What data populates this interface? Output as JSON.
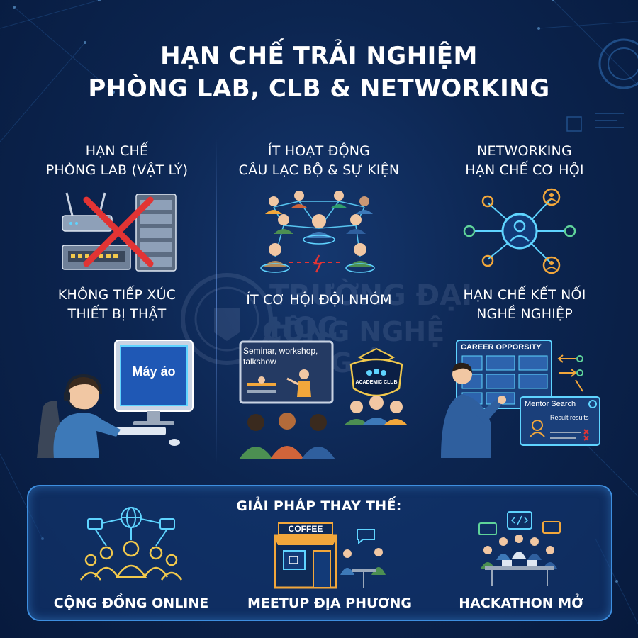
{
  "title": {
    "line1": "HẠN CHẾ TRẢI NGHIỆM",
    "line2": "PHÒNG LAB, CLB & NETWORKING"
  },
  "columns": [
    {
      "heading_top": [
        "HẠN CHẾ",
        "PHÒNG LAB (VẬT LÝ)"
      ],
      "heading_bottom": [
        "KHÔNG TIẾP XÚC",
        "THIẾT BỊ THẬT"
      ],
      "screen_text": "Máy ảo",
      "icons": [
        "router-icon",
        "server-rack-icon",
        "red-cross-icon",
        "virtual-machine-user-icon"
      ]
    },
    {
      "heading_top": [
        "ÍT HOẠT ĐỘNG",
        "CÂU LẠC BỘ & SỰ KIỆN"
      ],
      "heading_bottom": [
        "ÍT CƠ HỘI ĐỘI NHÓM"
      ],
      "board_text": [
        "Seminar, workshop,",
        "talkshow"
      ],
      "badge_text": "ACADEMIC CLUB",
      "icons": [
        "people-network-icon",
        "seminar-board-icon",
        "academic-club-badge-icon"
      ]
    },
    {
      "heading_top": [
        "NETWORKING",
        "HẠN CHẾ CƠ HỘI"
      ],
      "heading_bottom": [
        "HẠN CHẾ KẾT NỐI",
        "NGHỀ NGHIỆP"
      ],
      "board_title": "CAREER OPPORSITY",
      "mentor_title": "Mentor Search",
      "mentor_result": "Result results",
      "icons": [
        "user-network-icon",
        "career-board-icon",
        "mentor-search-icon"
      ]
    }
  ],
  "solutions": {
    "title": "GIẢI PHÁP THAY THẾ:",
    "items": [
      {
        "label": "CỘNG ĐỒNG ONLINE",
        "icon": "online-community-icon"
      },
      {
        "label": "MEETUP ĐỊA PHƯƠNG",
        "icon": "coffee-meetup-icon",
        "sign": "COFFEE"
      },
      {
        "label": "HACKATHON MỞ",
        "icon": "hackathon-icon"
      }
    ]
  },
  "colors": {
    "background": "#0c2550",
    "accent": "#3e8fe0",
    "cyan": "#5fd4ff",
    "orange": "#f2a73b",
    "green": "#5fd39a",
    "red": "#e23434"
  }
}
